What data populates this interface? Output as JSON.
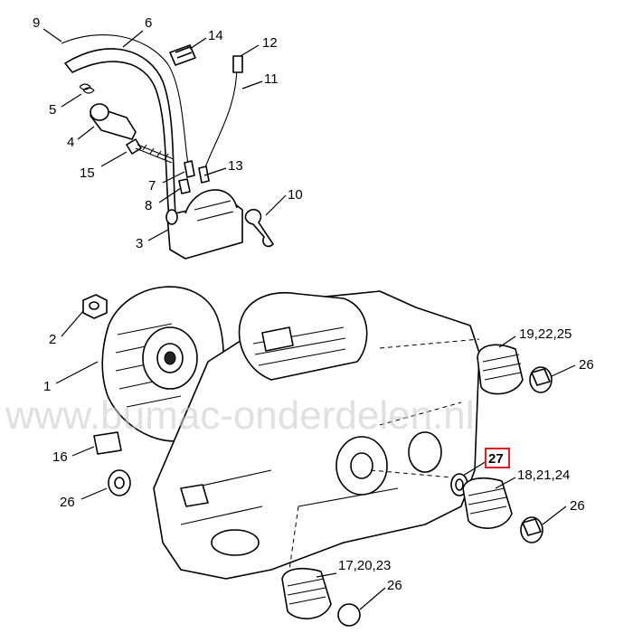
{
  "watermark": "www.bumac-onderdelen.nl",
  "highlight_color": "#e02020",
  "callouts": {
    "c1": "1",
    "c2": "2",
    "c3": "3",
    "c4": "4",
    "c5": "5",
    "c6": "6",
    "c7": "7",
    "c8": "8",
    "c9": "9",
    "c10": "10",
    "c11": "11",
    "c12": "12",
    "c13": "13",
    "c14": "14",
    "c15": "15",
    "c16": "16",
    "c26a": "26",
    "c26b": "26",
    "c26c": "26",
    "c26d": "26",
    "c19": "19,22,25",
    "c18": "18,21,24",
    "c17": "17,20,23",
    "c27": "27"
  },
  "highlighted_part": "27"
}
